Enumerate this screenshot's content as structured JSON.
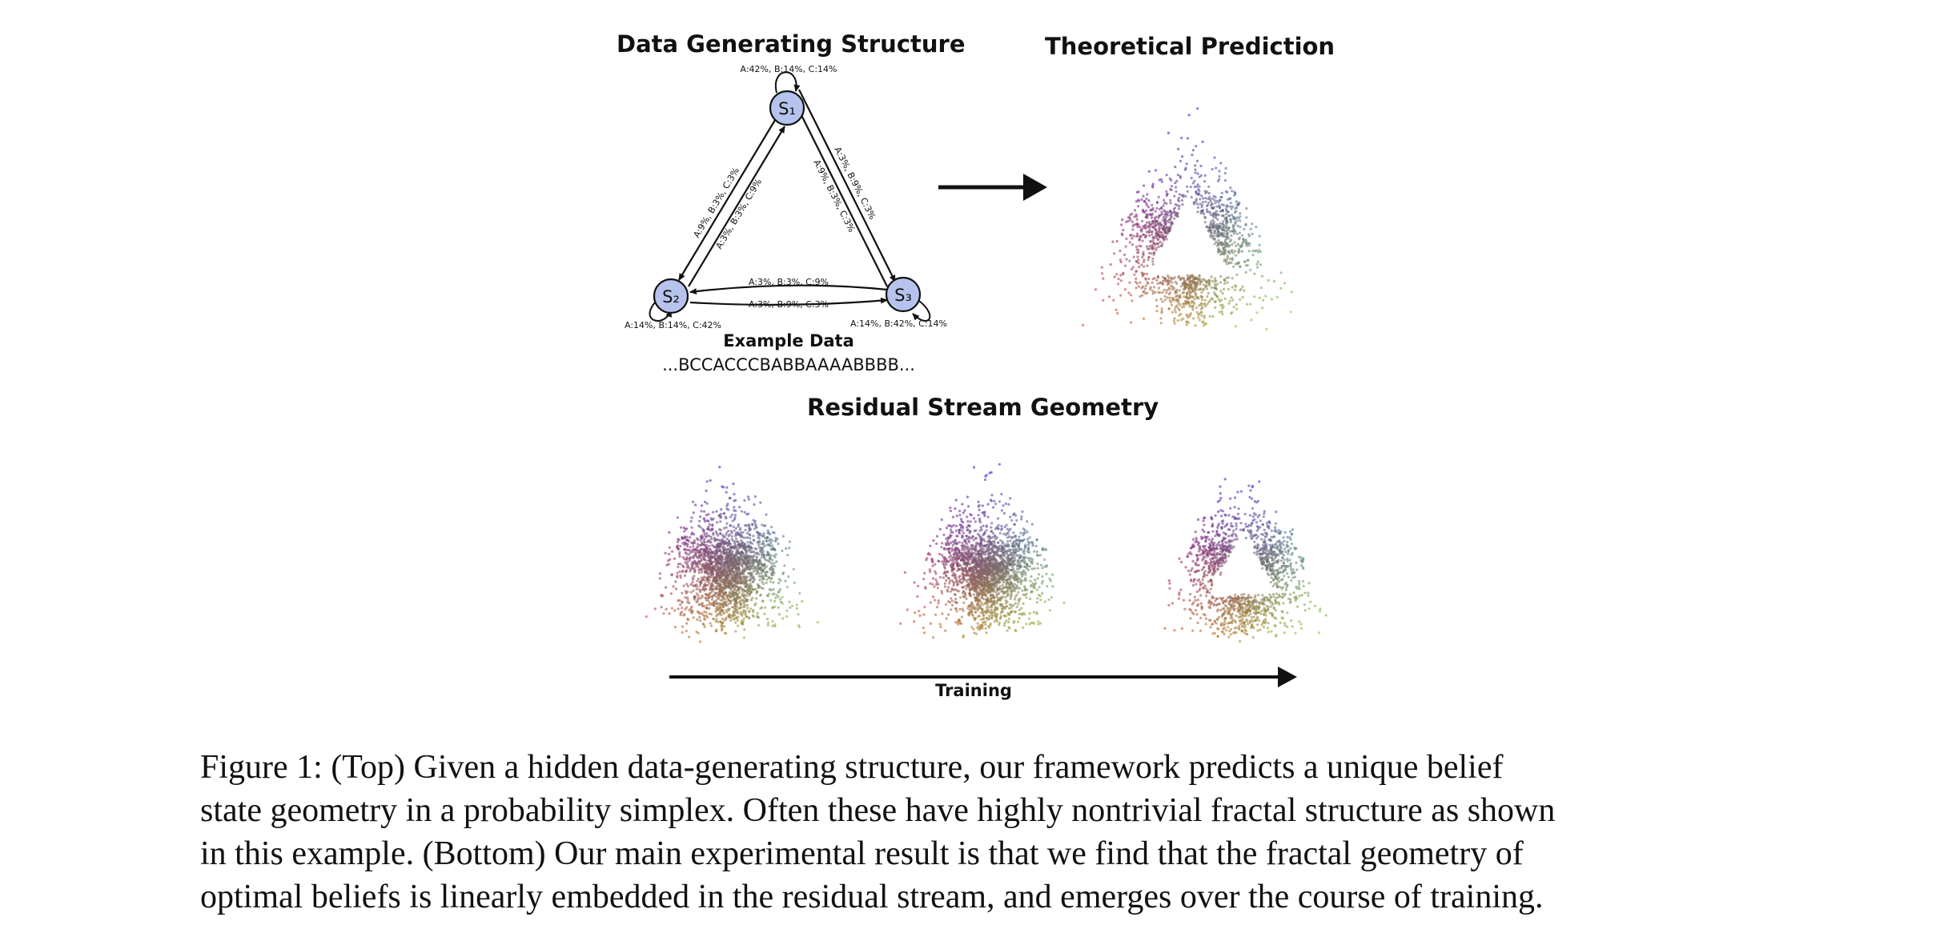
{
  "titles": {
    "data_generating": "Data Generating Structure",
    "theoretical": "Theoretical Prediction",
    "residual": "Residual Stream Geometry"
  },
  "states": [
    "S₁",
    "S₂",
    "S₃"
  ],
  "edge_labels": {
    "s1_self": "A:42%, B:14%, C:14%",
    "s2_self": "A:14%, B:14%, C:42%",
    "s3_self": "A:14%, B:42%, C:14%",
    "s1_s2_outer": "A:9%, B:3%, C:3%",
    "s1_s2_inner": "A:3%, B:3%, C:9%",
    "s1_s3_outer": "A:3%, B:9%, C:3%",
    "s1_s3_inner": "A:9%, B:3%, C:3%",
    "s3_s2_upper": "A:3%, B:3%, C:9%",
    "s2_s3_lower": "A:3%, B:9%, C:3%"
  },
  "example_data": {
    "label": "Example Data",
    "sequence": "...BCCACCCBABBAAAABBBB..."
  },
  "training_label": "Training",
  "colors": {
    "node_fill": "#b6c3ec",
    "red": "#e03a1c",
    "green": "#7fe63a",
    "blue": "#2a13e8"
  },
  "caption": [
    "Figure 1: (Top) Given a hidden data-generating structure, our framework predicts a unique belief",
    "state geometry in a probability simplex. Often these have highly nontrivial fractal structure as shown",
    "in this example. (Bottom) Our main experimental result is that we find that the fractal geometry of",
    "optimal beliefs is linearly embedded in the residual stream, and emerges over the course of training."
  ]
}
